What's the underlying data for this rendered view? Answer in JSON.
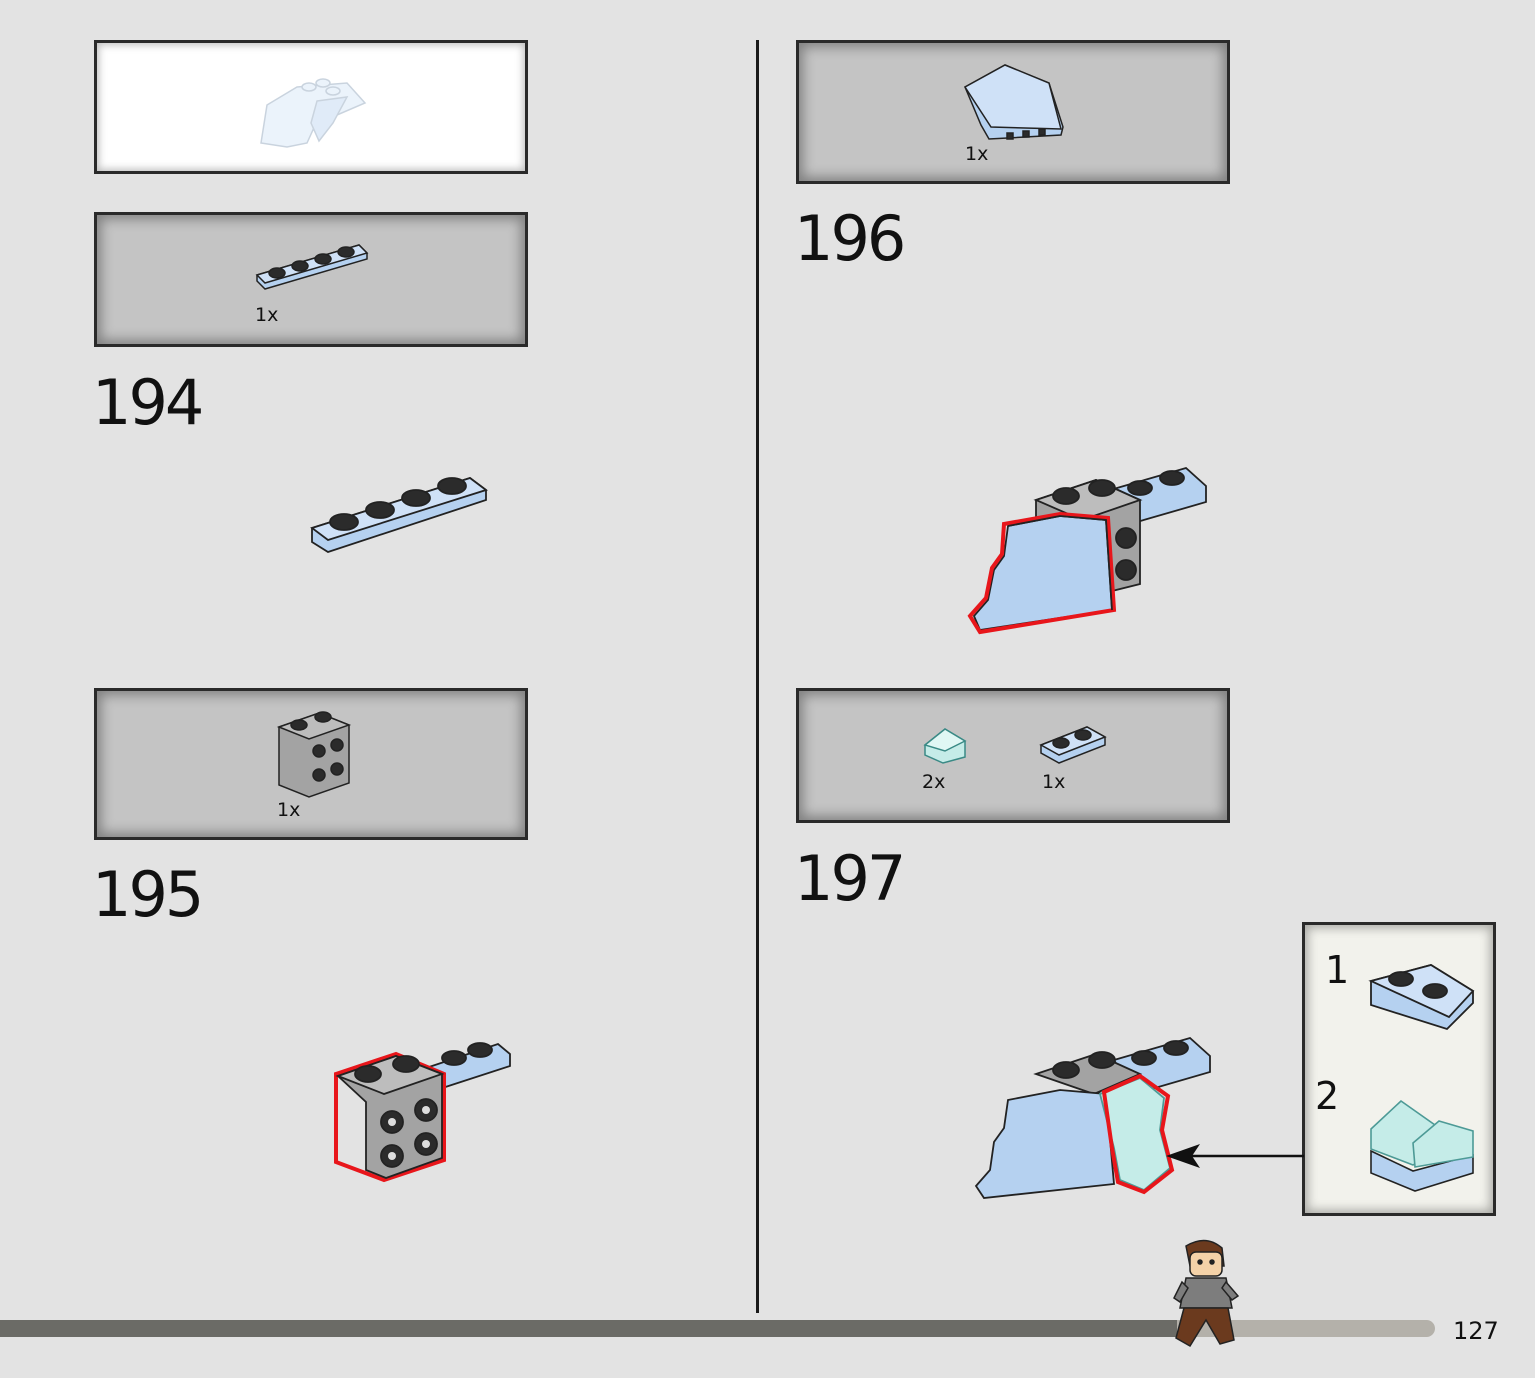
{
  "page": {
    "number": "127",
    "progress": 0.82
  },
  "steps": [
    {
      "number": "194",
      "parts": [
        {
          "qty": "1x",
          "part": "plate-1x4-light-blue"
        }
      ]
    },
    {
      "number": "195",
      "parts": [
        {
          "qty": "1x",
          "part": "bracket-2x2-grey"
        }
      ]
    },
    {
      "number": "196",
      "parts": [
        {
          "qty": "1x",
          "part": "curved-slope-light-blue"
        }
      ]
    },
    {
      "number": "197",
      "parts": [
        {
          "qty": "2x",
          "part": "slope-transparent-aqua"
        },
        {
          "qty": "1x",
          "part": "plate-1x2-light-blue"
        }
      ],
      "callout": [
        {
          "index": "1"
        },
        {
          "index": "2"
        }
      ]
    }
  ],
  "colors": {
    "background": "#e3e3e3",
    "light_blue": "#b5d1f0",
    "grey_brick": "#a3a3a3",
    "trans_aqua": "#c5ece8",
    "highlight": "#e8161b"
  }
}
